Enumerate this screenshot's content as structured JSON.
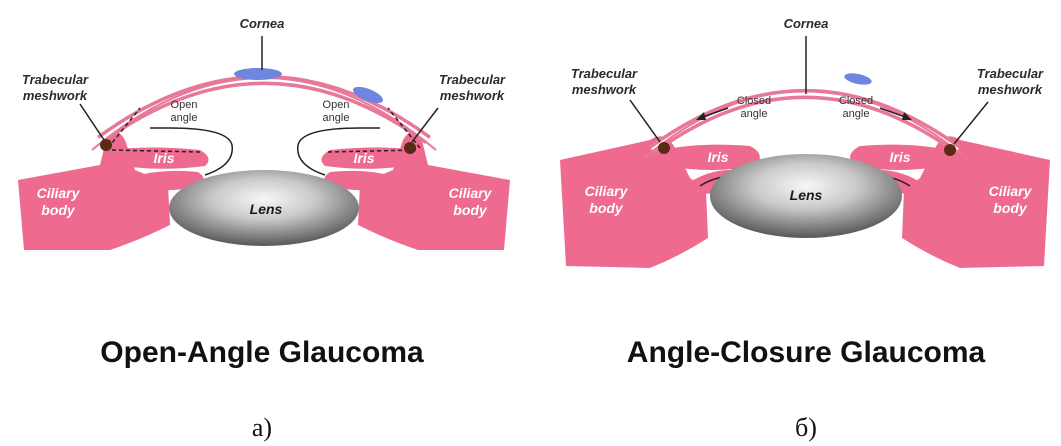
{
  "colors": {
    "tissue": "#ee6a8e",
    "tissue_light": "#f2a7bc",
    "cornea_band": "#e87897",
    "cornea_inner": "#ffffff",
    "aqueous": "#6f86e0",
    "meshwork": "#5a2a14",
    "lens_light": "#f4f4f4",
    "lens_dark": "#6b6b6b"
  },
  "panel_a": {
    "cornea": "Cornea",
    "meshwork_left_1": "Trabecular",
    "meshwork_left_2": "meshwork",
    "meshwork_right_1": "Trabecular",
    "meshwork_right_2": "meshwork",
    "angle_left_1": "Open",
    "angle_left_2": "angle",
    "angle_right_1": "Open",
    "angle_right_2": "angle",
    "iris_left": "Iris",
    "iris_right": "Iris",
    "ciliary_left_1": "Ciliary",
    "ciliary_left_2": "body",
    "ciliary_right_1": "Ciliary",
    "ciliary_right_2": "body",
    "lens": "Lens",
    "title": "Open-Angle Glaucoma",
    "sublabel": "a)"
  },
  "panel_b": {
    "cornea": "Cornea",
    "meshwork_left_1": "Trabecular",
    "meshwork_left_2": "meshwork",
    "meshwork_right_1": "Trabecular",
    "meshwork_right_2": "meshwork",
    "angle_left_1": "Closed",
    "angle_left_2": "angle",
    "angle_right_1": "Closed",
    "angle_right_2": "angle",
    "iris_left": "Iris",
    "iris_right": "Iris",
    "ciliary_left_1": "Ciliary",
    "ciliary_left_2": "body",
    "ciliary_right_1": "Ciliary",
    "ciliary_right_2": "body",
    "lens": "Lens",
    "title": "Angle-Closure Glaucoma",
    "sublabel": "б)"
  }
}
